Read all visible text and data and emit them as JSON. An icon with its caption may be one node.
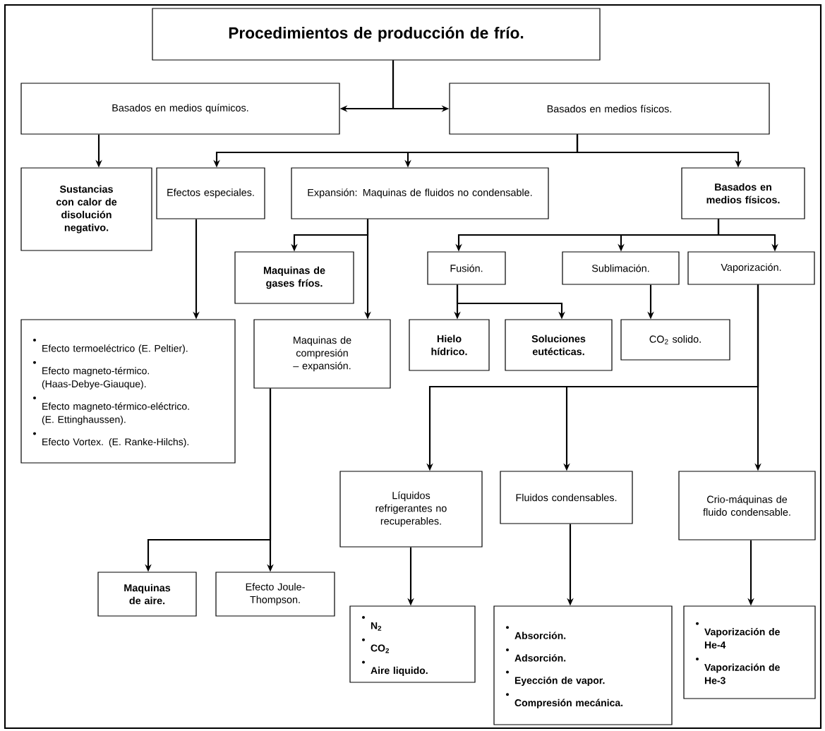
{
  "diagram": {
    "nodes": [
      {
        "text": [
          "Procedimientos de producción de frío."
        ]
      },
      {
        "text": [
          "Basados en medios químicos."
        ]
      },
      {
        "text": [
          "Basados en medios físicos."
        ]
      },
      {
        "text": [
          "Sustancias con calor de disolución negativo."
        ]
      },
      {
        "text": [
          "Efectos especiales."
        ]
      },
      {
        "text": [
          "Expansión: Maquinas de fluidos no condensable."
        ]
      },
      {
        "text": [
          "Basados en medios físicos."
        ]
      },
      {
        "text": [
          "Maquinas de gases fríos."
        ]
      },
      {
        "text": [
          "Fusión."
        ]
      },
      {
        "text": [
          "Sublimación."
        ]
      },
      {
        "text": [
          "Vaporización."
        ]
      },
      {
        "text": [
          "Efecto termoeléctrico (E. Peltier).",
          "Efecto magneto-térmico. (Haas-Debye-Giauque).",
          "Efecto magneto-térmico-eléctrico. (E. Ettinghaussen).",
          "Efecto Vortex. (E. Ranke-Hilchs)."
        ]
      },
      {
        "text": [
          "Maquinas de compresión – expansión."
        ]
      },
      {
        "text": [
          "Hielo hídrico."
        ]
      },
      {
        "text": [
          "Soluciones eutécticas."
        ]
      },
      {
        "text": [
          "CO$_{2}$ solido."
        ]
      },
      {
        "text": [
          "Líquidos refrigerantes no recuperables."
        ]
      },
      {
        "text": [
          "Fluidos condensables."
        ]
      },
      {
        "text": [
          "Crio-máquinas de fluido condensable."
        ]
      },
      {
        "text": [
          "Maquinas de aire."
        ]
      },
      {
        "text": [
          "Efecto Joule-Thompson."
        ]
      },
      {
        "text": [
          "N$_{2}$",
          "CO$_{2}$",
          "Aire liquido."
        ]
      },
      {
        "text": [
          "Absorción.",
          "Adsorción.",
          "Eyección de vapor.",
          "Compresión mecánica."
        ]
      },
      {
        "text": [
          "Vaporización de He-4",
          "Vaporización de He-3"
        ]
      }
    ],
    "edges": [
      {
        "from": 0,
        "to": 1,
        "arrow": "to"
      },
      {
        "from": 0,
        "to": 2,
        "arrow": "to"
      },
      {
        "from": 1,
        "to": 3,
        "arrow": "to"
      },
      {
        "from": 2,
        "to": 4,
        "arrow": "to"
      },
      {
        "from": 2,
        "to": 5,
        "arrow": "to"
      },
      {
        "from": 2,
        "to": 6,
        "arrow": "to"
      },
      {
        "from": 4,
        "to": 11,
        "arrow": "to"
      },
      {
        "from": 5,
        "to": 7,
        "arrow": "to"
      },
      {
        "from": 5,
        "to": 12,
        "arrow": "to"
      },
      {
        "from": 6,
        "to": 8,
        "arrow": "to"
      },
      {
        "from": 6,
        "to": 9,
        "arrow": "to"
      },
      {
        "from": 6,
        "to": 10,
        "arrow": "to"
      },
      {
        "from": 8,
        "to": 13,
        "arrow": "to"
      },
      {
        "from": 8,
        "to": 14,
        "arrow": "to"
      },
      {
        "from": 9,
        "to": 15,
        "arrow": "to"
      },
      {
        "from": 10,
        "to": 16,
        "arrow": "to"
      },
      {
        "from": 10,
        "to": 17,
        "arrow": "to"
      },
      {
        "from": 10,
        "to": 18,
        "arrow": "to"
      },
      {
        "from": 12,
        "to": 19,
        "arrow": "to"
      },
      {
        "from": 12,
        "to": 20,
        "arrow": "to"
      },
      {
        "from": 16,
        "to": 21,
        "arrow": "to"
      },
      {
        "from": 17,
        "to": 22,
        "arrow": "to"
      },
      {
        "from": 18,
        "to": 23,
        "arrow": "to"
      }
    ]
  }
}
